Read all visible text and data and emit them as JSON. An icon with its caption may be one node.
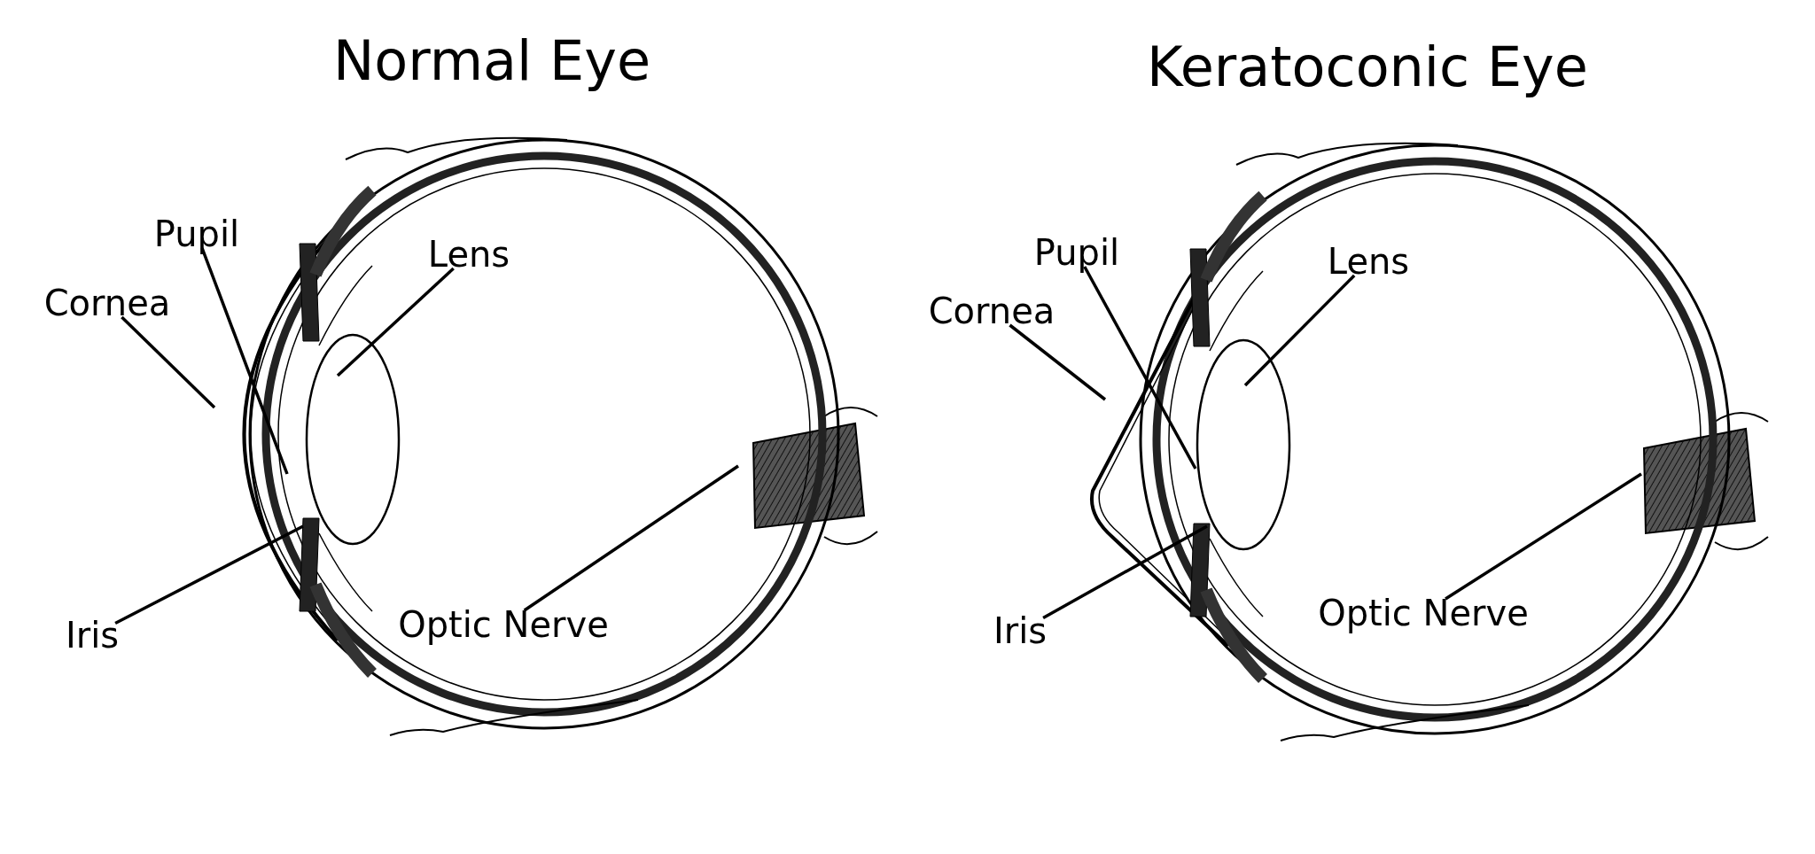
{
  "diagram": {
    "nodes": [
      {
        "text": [
          "Pupil"
        ]
      },
      {
        "text": [
          "Lens"
        ]
      },
      {
        "text": [
          "Cornea"
        ]
      },
      {
        "text": [
          "Iris"
        ]
      },
      {
        "text": [
          "Optic Nerve"
        ]
      },
      {
        "text": [
          "Pupil"
        ]
      },
      {
        "text": [
          "Lens"
        ]
      },
      {
        "text": [
          "Cornea"
        ]
      },
      {
        "text": [
          "Iris"
        ]
      },
      {
        "text": [
          "Optic Nerve"
        ]
      }
    ],
    "edges": [
      {
        "from": 0,
        "to": null,
        "arrow": "none"
      },
      {
        "from": 1,
        "to": null,
        "arrow": "none"
      },
      {
        "from": 2,
        "to": null,
        "arrow": "none"
      },
      {
        "from": 3,
        "to": null,
        "arrow": "none"
      },
      {
        "from": 4,
        "to": null,
        "arrow": "none"
      },
      {
        "from": 5,
        "to": null,
        "arrow": "none"
      },
      {
        "from": 6,
        "to": null,
        "arrow": "none"
      },
      {
        "from": 7,
        "to": null,
        "arrow": "none"
      },
      {
        "from": 8,
        "to": null,
        "arrow": "none"
      },
      {
        "from": 9,
        "to": null,
        "arrow": "none"
      }
    ],
    "labels": [
      "Normal Eye",
      "Keratoconic Eye"
    ]
  }
}
